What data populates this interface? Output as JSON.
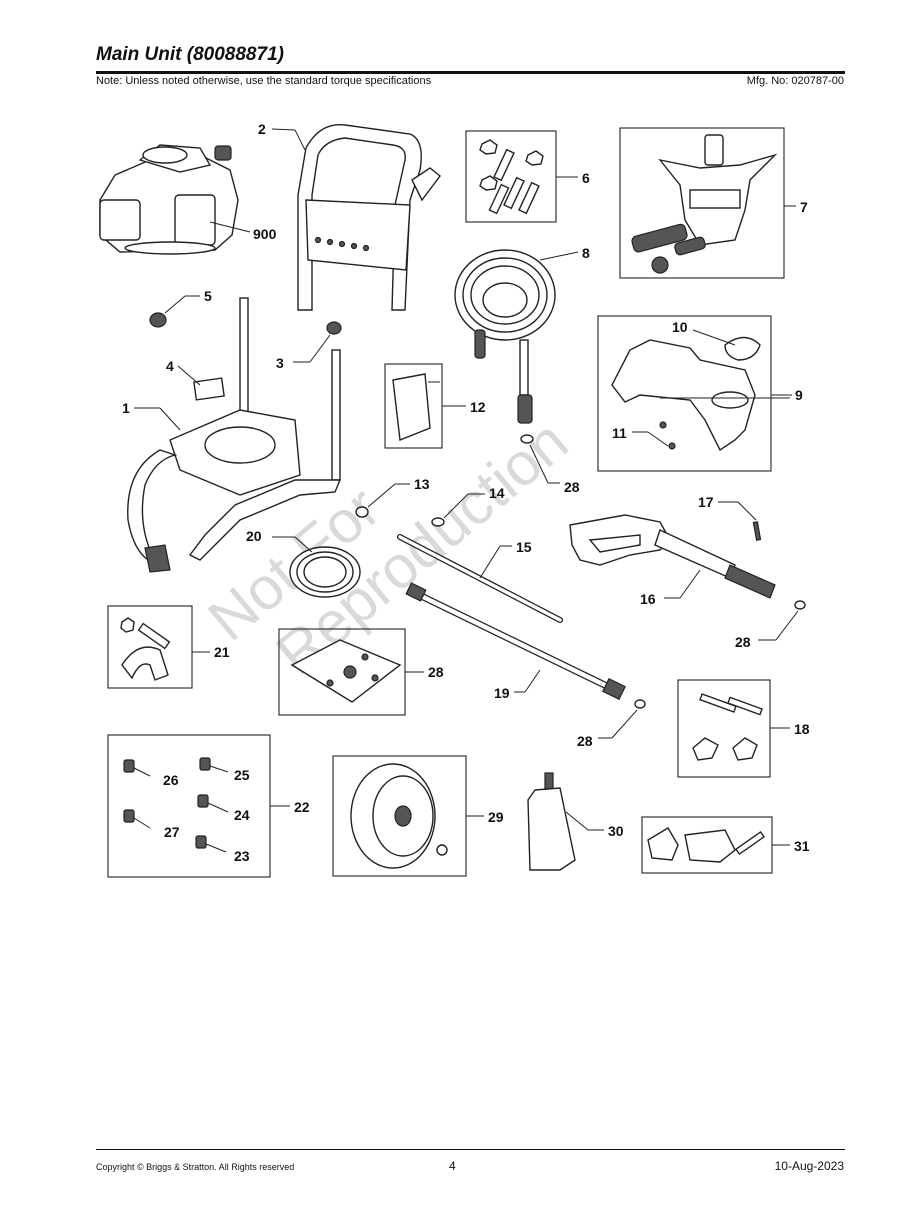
{
  "header": {
    "title": "Main Unit (80088871)",
    "note": "Note: Unless noted otherwise, use the standard torque specifications",
    "mfg_no": "Mfg. No: 020787-00"
  },
  "watermark": {
    "line1": "Not For",
    "line2": "Reproduction"
  },
  "callouts": {
    "c900": "900",
    "c2": "2",
    "c6": "6",
    "c7": "7",
    "c8": "8",
    "c5": "5",
    "c3": "3",
    "c4": "4",
    "c1": "1",
    "c12": "12",
    "c10": "10",
    "c9": "9",
    "c11": "11",
    "c28a": "28",
    "c13": "13",
    "c14": "14",
    "c17": "17",
    "c20": "20",
    "c15": "15",
    "c16": "16",
    "c28b": "28",
    "c21": "21",
    "c28c": "28",
    "c19": "19",
    "c28d": "28",
    "c18": "18",
    "c26": "26",
    "c25": "25",
    "c22": "22",
    "c24": "24",
    "c27": "27",
    "c23": "23",
    "c29": "29",
    "c30": "30",
    "c31": "31"
  },
  "footer": {
    "copyright": "Copyright ©  Briggs & Stratton. All Rights reserved",
    "page": "4",
    "date": "10-Aug-2023"
  }
}
